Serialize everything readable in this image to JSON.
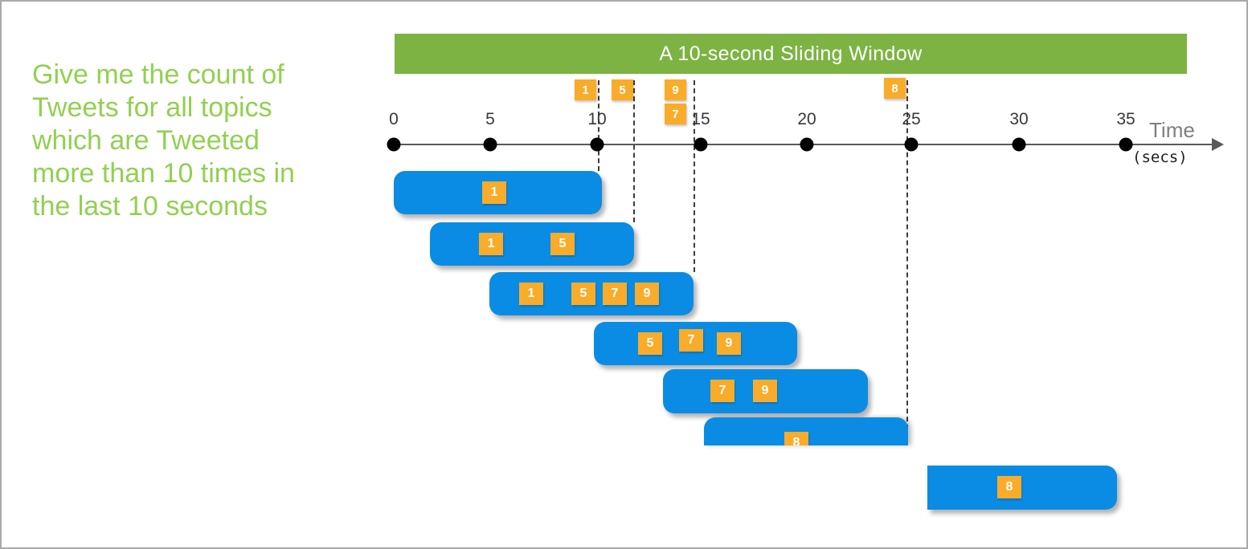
{
  "question": {
    "lines": [
      "Give me the count of",
      "Tweets for all topics",
      "which are Tweeted",
      "more than 10 times in",
      "the last 10 seconds"
    ]
  },
  "banner": {
    "label": "A 10-second Sliding Window"
  },
  "axis": {
    "ticks": [
      "0",
      "5",
      "10",
      "15",
      "20",
      "25",
      "30",
      "35"
    ],
    "label": "Time",
    "unit": "(secs)"
  },
  "events": [
    {
      "label": "1"
    },
    {
      "label": "5"
    },
    {
      "label": "9"
    },
    {
      "label": "7"
    },
    {
      "label": "8"
    }
  ],
  "windows": [
    {
      "items": [
        "1"
      ]
    },
    {
      "items": [
        "1",
        "5"
      ]
    },
    {
      "items": [
        "1",
        "5",
        "7",
        "9"
      ]
    },
    {
      "items": [
        "5",
        "7",
        "9"
      ]
    },
    {
      "items": [
        "7",
        "9"
      ]
    },
    {
      "items": [
        "8"
      ]
    },
    {
      "items": [
        "8"
      ]
    }
  ],
  "colors": {
    "banner_green": "#7cb342",
    "question_green": "#92d050",
    "window_blue": "#0b8ce4",
    "badge_orange": "#f9ac29"
  }
}
